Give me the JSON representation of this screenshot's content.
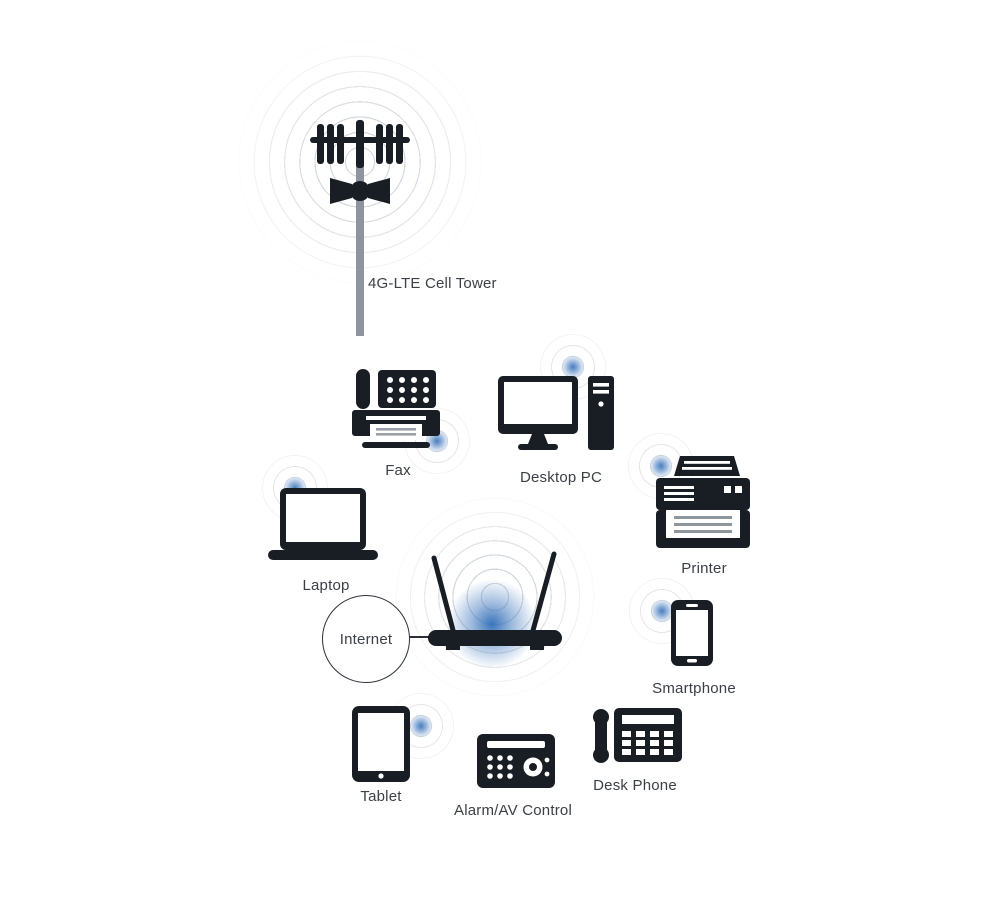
{
  "labels": {
    "cell_tower": "4G-LTE Cell Tower",
    "fax": "Fax",
    "desktop_pc": "Desktop PC",
    "printer": "Printer",
    "laptop": "Laptop",
    "internet": "Internet",
    "smartphone": "Smartphone",
    "tablet": "Tablet",
    "alarm": "Alarm/AV Control",
    "desk_phone": "Desk Phone"
  },
  "nodes": [
    {
      "id": "cell-tower",
      "label": "4G-LTE Cell Tower"
    },
    {
      "id": "fax",
      "label": "Fax"
    },
    {
      "id": "desktop-pc",
      "label": "Desktop PC"
    },
    {
      "id": "printer",
      "label": "Printer"
    },
    {
      "id": "laptop",
      "label": "Laptop"
    },
    {
      "id": "internet",
      "label": "Internet"
    },
    {
      "id": "wifi-router",
      "label": ""
    },
    {
      "id": "smartphone",
      "label": "Smartphone"
    },
    {
      "id": "tablet",
      "label": "Tablet"
    },
    {
      "id": "alarm-av-control",
      "label": "Alarm/AV Control"
    },
    {
      "id": "desk-phone",
      "label": "Desk Phone"
    }
  ],
  "colors": {
    "icon": "#181e24",
    "glow_blue": "#3e76bc",
    "ripple_gray": "#c9d2da",
    "tower_pole": "#8e959c",
    "text": "#3b4046",
    "background": "#ffffff"
  }
}
